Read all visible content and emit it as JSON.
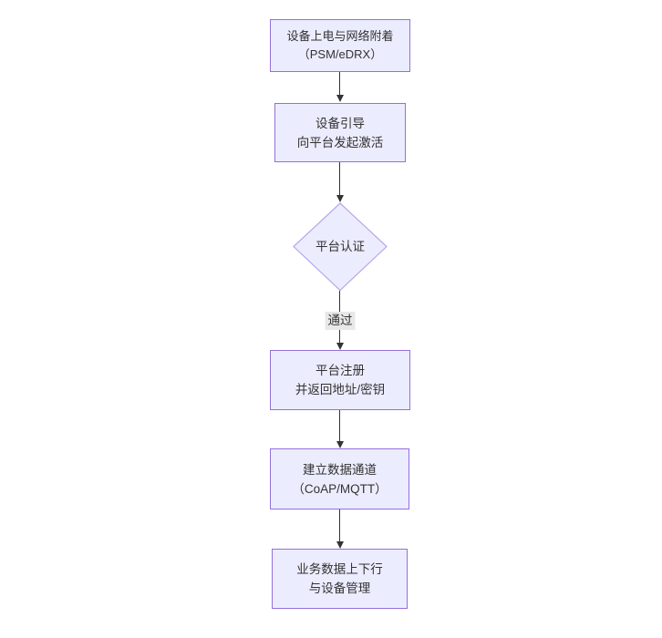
{
  "diagram": {
    "kind": "flowchart",
    "direction": "top-down",
    "colors": {
      "canvas_bg": "#ffffff",
      "node_fill": "#ECECFF",
      "node_border": "#9370DB",
      "decision_border": "#B6A6E8",
      "text_color": "#333333",
      "arrow_color": "#333333",
      "edge_label_bg": "#e8e8e8"
    },
    "nodes": {
      "power": {
        "shape": "rect",
        "line1": "设备上电与网络附着",
        "line2": "（PSM/eDRX）"
      },
      "bootstrap": {
        "shape": "rect",
        "line1": "设备引导",
        "line2": "向平台发起激活"
      },
      "auth": {
        "shape": "diamond",
        "line1": "平台认证"
      },
      "register": {
        "shape": "rect",
        "line1": "平台注册",
        "line2": "并返回地址/密钥"
      },
      "channel": {
        "shape": "rect",
        "line1": "建立数据通道",
        "line2": "（CoAP/MQTT）"
      },
      "business": {
        "shape": "rect",
        "line1": "业务数据上下行",
        "line2": "与设备管理"
      }
    },
    "edges": [
      {
        "from": "power",
        "to": "bootstrap",
        "label": ""
      },
      {
        "from": "bootstrap",
        "to": "auth",
        "label": ""
      },
      {
        "from": "auth",
        "to": "register",
        "label": "通过"
      },
      {
        "from": "register",
        "to": "channel",
        "label": ""
      },
      {
        "from": "channel",
        "to": "business",
        "label": ""
      }
    ]
  }
}
